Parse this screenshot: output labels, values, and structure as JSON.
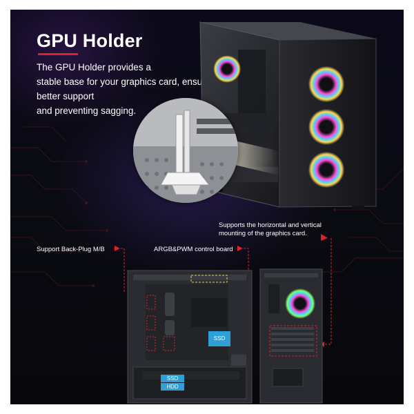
{
  "heading": {
    "title": "GPU Holder"
  },
  "description": {
    "lines": [
      "The GPU Holder provides a",
      "stable base for your graphics card, ensuring",
      "better support",
      "and preventing sagging."
    ]
  },
  "callouts": {
    "gpu_mount": {
      "line1": "Supports the horizontal and vertical",
      "line2": "mounting of the graphics card."
    },
    "back_plug": "Support Back-Plug M/B",
    "argb_board": "ARGB&PWM control board"
  },
  "drive_labels": {
    "ssd_top": "SSD",
    "ssd_bottom": "SSD",
    "hdd": "HDD"
  },
  "colors": {
    "accent_red": "#e0212b",
    "label_blue": "#2f9fd8"
  }
}
